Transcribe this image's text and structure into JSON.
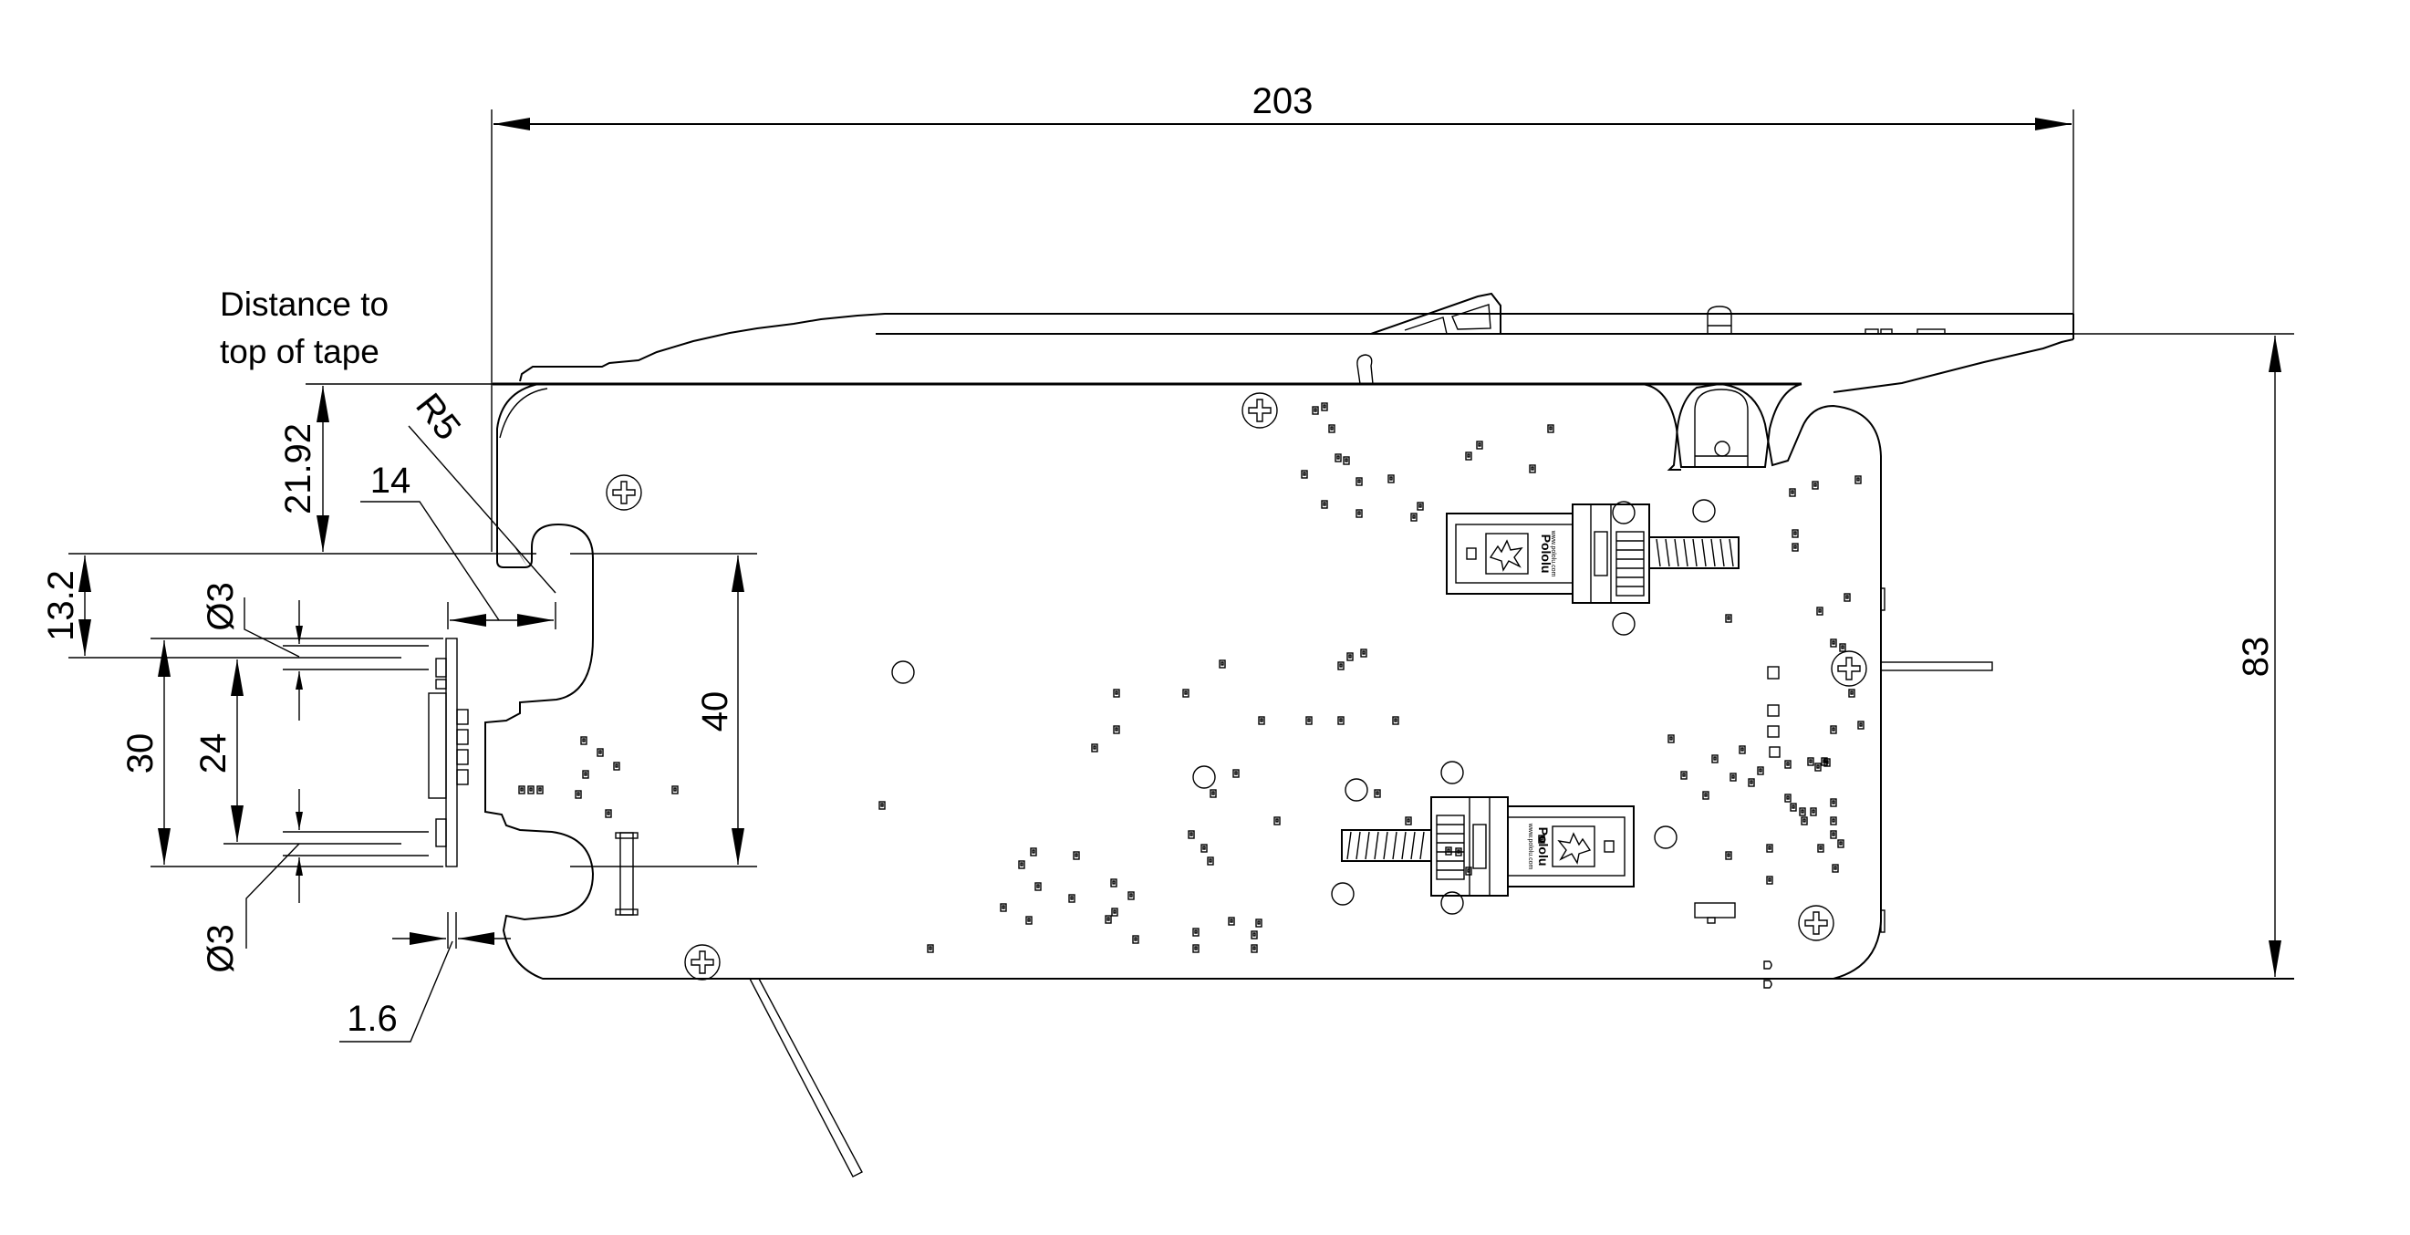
{
  "drawing": {
    "title": "Mechanical side-view dimension drawing",
    "units": "mm",
    "dimensions": {
      "overall_length": "203",
      "overall_height": "83",
      "distance_to_tape": "21.92",
      "notch_depth": "14",
      "notch_radius": "R5",
      "offset_top": "13.2",
      "board_height": "30",
      "hole_spacing": "24",
      "notch_spacing": "40",
      "hole_top_diameter": "Ø3",
      "hole_bottom_diameter": "Ø3",
      "board_thickness": "1.6"
    },
    "note": {
      "line1": "Distance to",
      "line2": "top of tape"
    },
    "motors": [
      {
        "brand": "Pololu",
        "url": "www.pololu.com"
      },
      {
        "brand": "Pololu",
        "url": "www.pololu.com"
      }
    ]
  }
}
